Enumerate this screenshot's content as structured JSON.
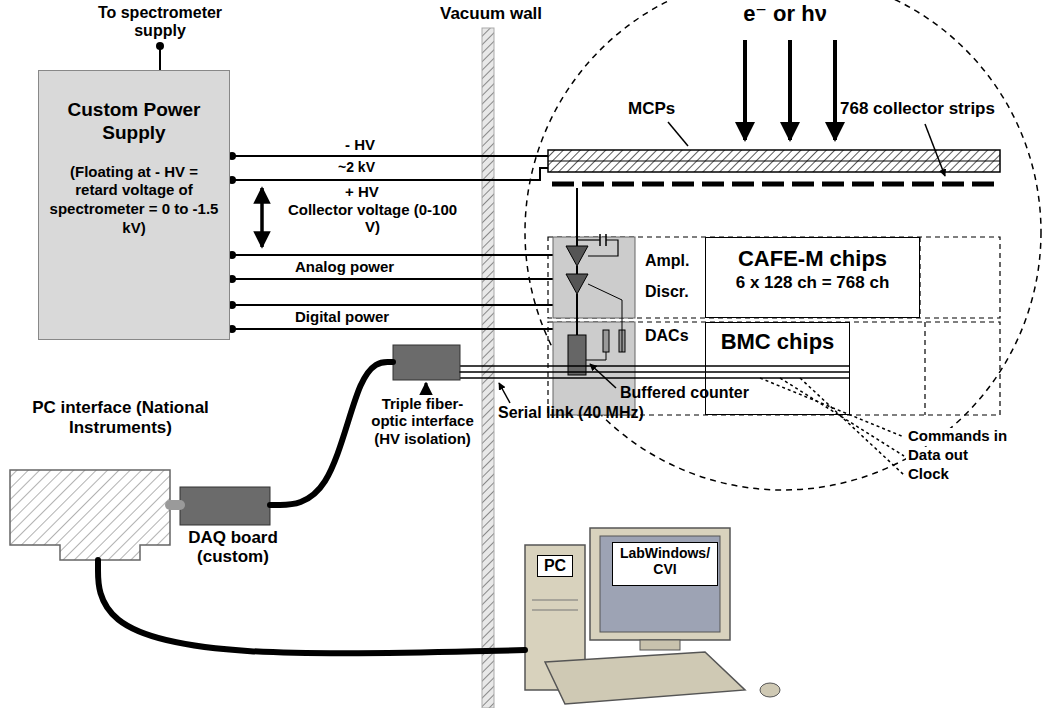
{
  "diagram": {
    "nodes": [
      {
        "text": [
          "Custom Power Supply",
          "(Floating at - HV = retard voltage of spectrometer = 0 to -1.5 kV)"
        ]
      },
      {
        "text": [
          "PC interface (National Instruments)"
        ]
      },
      {
        "text": [
          "DAQ board (custom)"
        ]
      },
      {
        "text": [
          "Triple fiber-optic interface (HV isolation)"
        ]
      },
      {
        "text": [
          "PC"
        ]
      },
      {
        "text": [
          "LabWindows/ CVI"
        ]
      },
      {
        "text": [
          "CAFE-M chips",
          "6 x 128 ch = 768 ch"
        ]
      },
      {
        "text": [
          "BMC chips"
        ]
      }
    ],
    "edges": [
      {
        "from": 1,
        "to": 2,
        "arrow": "none"
      },
      {
        "from": 2,
        "to": 3,
        "arrow": "none"
      },
      {
        "from": 1,
        "to": 4,
        "arrow": "none"
      },
      {
        "from": 3,
        "to": 7,
        "label": "Serial link (40 MHz)",
        "arrow": "none"
      }
    ],
    "labels": [
      "To spectrometer supply",
      "Vacuum wall",
      "e⁻ or hν",
      "MCPs",
      "768 collector strips",
      "- HV",
      "~2 kV",
      "+ HV",
      "Collector voltage (0-100 V)",
      "Analog power",
      "Digital power",
      "Ampl.",
      "Discr.",
      "DACs",
      "Buffered counter",
      "Commands in",
      "Data out",
      "Clock"
    ]
  }
}
